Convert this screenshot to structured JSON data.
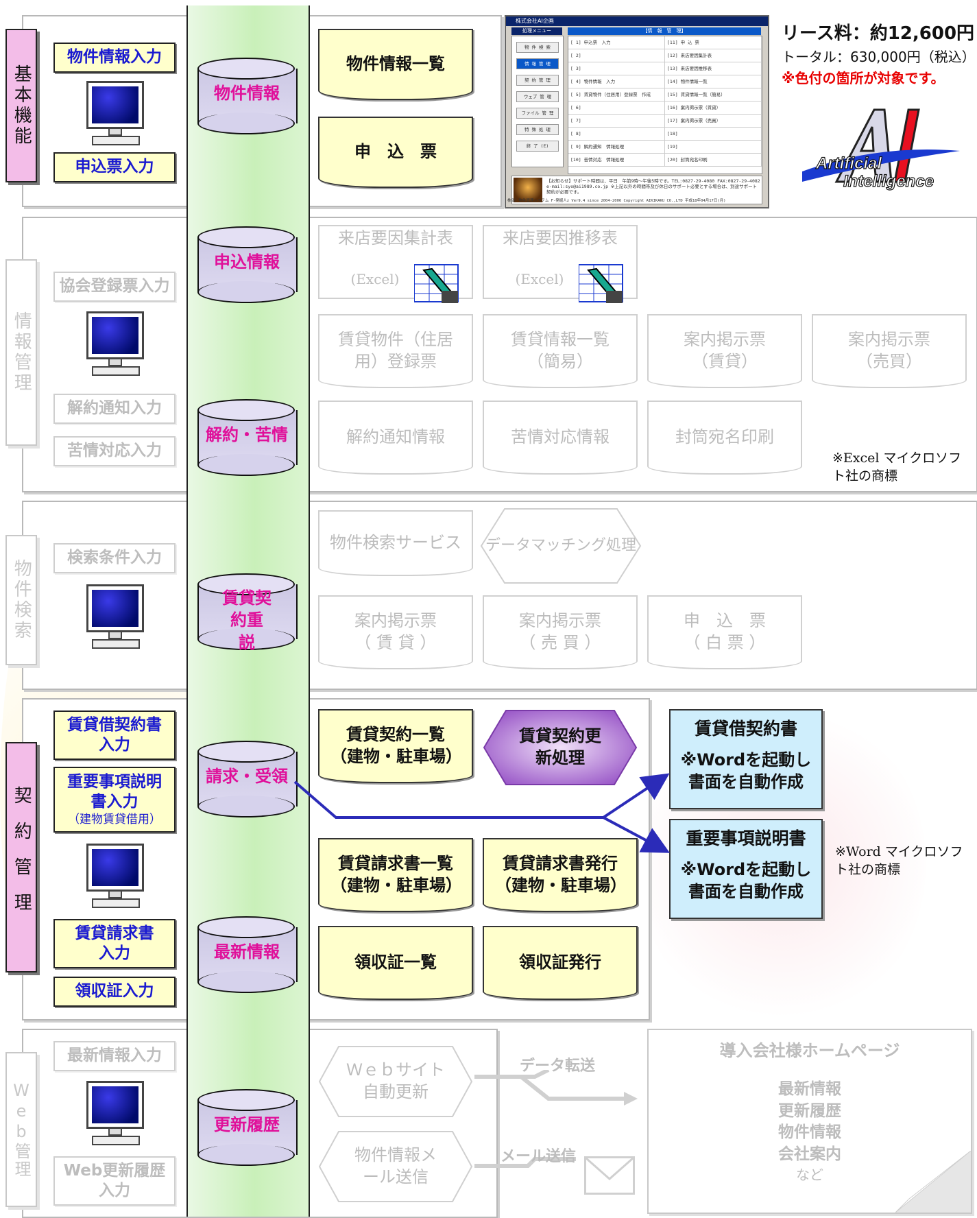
{
  "pricing": {
    "lease": "リース料：約12,600円",
    "total": "トータル：630,000円（税込）",
    "note": "※色付の箇所が対象です。"
  },
  "logo": {
    "text1": "Artificial",
    "text2": "Intelligence"
  },
  "screenshot": {
    "title": "株式会社AI企画",
    "menu_header": "処理メニュー",
    "grid_header": "【情　報　管　理】",
    "menu": [
      "物 件 検 索",
      "情 報 管 理",
      "契 約 管 理",
      "ウェブ 管 理",
      "ファイル 管 理",
      "特 殊 処 理",
      "終 了 (E)"
    ],
    "rows": [
      [
        "[ 1] 申込票　入力",
        "[11] 申 込 票"
      ],
      [
        "[ 2]",
        "[12] 来店要因集計表"
      ],
      [
        "[ 3]",
        "[13] 来店要因推移表"
      ],
      [
        "[ 4] 物件情報　入力",
        "[14] 物件情報一覧"
      ],
      [
        "[ 5] 賃貸物件（住居用）登録票　作成",
        "[15] 賃貸情報一覧（簡易）"
      ],
      [
        "[ 6]",
        "[16] 案内掲示票（賃貸）"
      ],
      [
        "[ 7]",
        "[17] 案内掲示票（売買）"
      ],
      [
        "[ 8]",
        "[18]"
      ],
      [
        "[ 9] 解約通知　情報処理",
        "[19]"
      ],
      [
        "[10] 苦情対応　情報処理",
        "[20] 封筒宛名印刷"
      ]
    ],
    "footer": "【お知らせ】サポート時間は、平日　午前9時～午後5時です。TEL:0827-29-4080 FAX:0827-29-4082 e-mail:syo@ai1989.co.jp ※上記以外の時間帯及び休日のサポート必要とする場合は、別途サポート契約が必要です。",
    "status": "株価！物件管理システム F-発掘人z Ver9.4 since 2004-2006 Copyright AIKIKAKU CO.,LTD 平成18年04月17日(月)"
  },
  "categories": [
    {
      "label": "基本機能",
      "active": true
    },
    {
      "label": "情報管理",
      "active": false
    },
    {
      "label": "物件検索",
      "active": false
    },
    {
      "label": "契約管理",
      "active": true
    },
    {
      "label": "Web管理",
      "active": false
    }
  ],
  "inputs": {
    "bukken": "物件情報入力",
    "moushikomi": "申込票入力",
    "kyoukai": "協会登録票入力",
    "kaiyaku": "解約通知入力",
    "kujou": "苦情対応入力",
    "kensaku": "検索条件入力",
    "keiyakusho": "賃貸借契約書入力",
    "juyou": "重要事項説明書入力",
    "juyou_sub": "（建物賃貸借用）",
    "seikyu": "賃貸請求書入力",
    "ryoushu": "領収証入力",
    "saishin": "最新情報入力",
    "webrireki": "Web更新履歴入力"
  },
  "databases": [
    "物件情報",
    "申込情報",
    "解約・苦情",
    "賃貸契約重　説",
    "請求・受領",
    "最新情報",
    "更新履歴"
  ],
  "docs": {
    "bukken_list": "物件情報一覧",
    "moushikomi": "申　込　票",
    "raiten_shukei": "来店要因集計表",
    "raiten_suii": "来店要因推移表",
    "excel": "(Excel)",
    "chintai_touroku": "賃貸物件（住居用）登録票",
    "chintai_ichiran": "賃貸情報一覧（簡易）",
    "annai_chintai": "案内掲示票（賃貸）",
    "annai_baibai": "案内掲示票（売買）",
    "kaiyaku_info": "解約通知情報",
    "kujou_info": "苦情対応情報",
    "fuutou": "封筒宛名印刷",
    "bukken_kensaku": "物件検索サービス",
    "matching": "データマッチング処理",
    "annai_chintai2": "案内掲示票（ 賃 貸 ）",
    "annai_baibai2": "案内掲示票（ 売 買 ）",
    "moushikomi_shiro": "申　込　票（ 白 票 ）",
    "keiyaku_ichiran": "賃貸契約一覧（建物・駐車場）",
    "keiyaku_koushin": "賃貸契約更新処理",
    "chintaishaku": "賃貸借契約書",
    "juyou_setsumei": "重要事項説明書",
    "word_auto": "※Wordを起動し書面を自動作成",
    "seikyu_ichiran": "賃貸請求書一覧（建物・駐車場）",
    "seikyu_hakkou": "賃貸請求書発行（建物・駐車場）",
    "ryoushu_ichiran": "領収証一覧",
    "ryoushu_hakkou": "領収証発行",
    "web_auto": "Ｗｅｂサイト自動更新",
    "mail_send": "物件情報メール送信",
    "data_tensou": "データ転送",
    "mail_soushin": "メール送信",
    "homepage_title": "導入会社様ホームページ",
    "homepage_items": [
      "最新情報",
      "更新履歴",
      "物件情報",
      "会社案内"
    ],
    "homepage_etc": "など"
  },
  "notes": {
    "excel": "※Excel マイクロソフト社の商標",
    "word": "※Word マイクロソフト社の商標"
  },
  "colors": {
    "active_input_text": "#1a1ad0",
    "db_label": "#e0109a",
    "active_category": "#f3bde8",
    "doc_yellow": "#ffffcc",
    "doc_blue": "#cfeefc",
    "pricing_red": "#e80000",
    "arrow_blue": "#2b2bb8",
    "center_green": "#c9f0b9"
  }
}
